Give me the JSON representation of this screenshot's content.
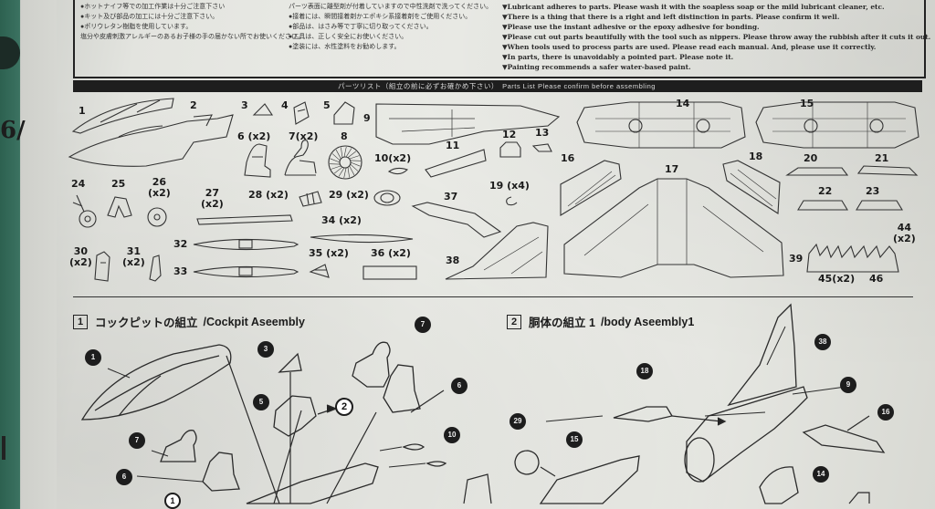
{
  "caution": {
    "jp_col1": [
      "●ホットナイフ等での加工作業は十分ご注意下さい",
      "●キット及び部品の加工には十分ご注意下さい。",
      "●ポリウレタン樹脂を使用しています。",
      "塩分や皮膚刺激アレルギーのあるお子様の手の届かない所でお使いください。"
    ],
    "jp_col2": [
      "パーツ表面に離型剤が付着していますので中性洗剤で洗ってください。",
      "●接着には、瞬間接着剤かエポキシ系接着剤をご使用ください。",
      "●部品は、はさみ等で丁寧に切り取ってください。",
      "●工具は、正しく安全にお使いください。",
      "●塗装には、水性塗料をお勧めします。"
    ],
    "en": [
      "▼Lubricant adheres to parts. Please wash it with the soapless soap or the mild lubricant cleaner, etc.",
      "▼There is a thing that there is a right and left distinction in parts. Please confirm it well.",
      "▼Please use the instant adhesive or the epoxy adhesive for bonding.",
      "▼Please cut out parts beautifully with the tool such as nippers. Please throw away the rubbish after it cuts it out.",
      "▼When tools used to process parts are used. Please read each manual. And, please use it correctly.",
      "▼In parts, there is unavoidably a pointed part. Please note it.",
      "▼Painting recommends a safer water-based paint."
    ]
  },
  "parts_list": {
    "header": "パーツリスト（組立の前に必ずお確かめ下さい）　Parts List Please confirm before assembling"
  },
  "parts": [
    {
      "id": "p1",
      "label": "1"
    },
    {
      "id": "p2",
      "label": "2"
    },
    {
      "id": "p3",
      "label": "3"
    },
    {
      "id": "p4",
      "label": "4"
    },
    {
      "id": "p5",
      "label": "5"
    },
    {
      "id": "p6",
      "label": "6 (x2)"
    },
    {
      "id": "p7",
      "label": "7(x2)"
    },
    {
      "id": "p8",
      "label": "8"
    },
    {
      "id": "p9",
      "label": "9"
    },
    {
      "id": "p10",
      "label": "10(x2)"
    },
    {
      "id": "p11",
      "label": "11"
    },
    {
      "id": "p12",
      "label": "12"
    },
    {
      "id": "p13",
      "label": "13"
    },
    {
      "id": "p14",
      "label": "14"
    },
    {
      "id": "p15",
      "label": "15"
    },
    {
      "id": "p16",
      "label": "16"
    },
    {
      "id": "p17",
      "label": "17"
    },
    {
      "id": "p18",
      "label": "18"
    },
    {
      "id": "p19",
      "label": "19 (x4)"
    },
    {
      "id": "p20",
      "label": "20"
    },
    {
      "id": "p21",
      "label": "21"
    },
    {
      "id": "p22",
      "label": "22"
    },
    {
      "id": "p23",
      "label": "23"
    },
    {
      "id": "p24",
      "label": "24"
    },
    {
      "id": "p25",
      "label": "25"
    },
    {
      "id": "p26",
      "label": "26\n(x2)"
    },
    {
      "id": "p27",
      "label": "27\n(x2)"
    },
    {
      "id": "p28",
      "label": "28 (x2)"
    },
    {
      "id": "p29",
      "label": "29 (x2)"
    },
    {
      "id": "p30",
      "label": "30\n(x2)"
    },
    {
      "id": "p31",
      "label": "31\n(x2)"
    },
    {
      "id": "p32",
      "label": "32"
    },
    {
      "id": "p33",
      "label": "33"
    },
    {
      "id": "p34",
      "label": "34 (x2)"
    },
    {
      "id": "p35",
      "label": "35 (x2)"
    },
    {
      "id": "p36",
      "label": "36 (x2)"
    },
    {
      "id": "p37",
      "label": "37"
    },
    {
      "id": "p38",
      "label": "38"
    },
    {
      "id": "p39",
      "label": "39"
    },
    {
      "id": "p44",
      "label": "44\n(x2)"
    },
    {
      "id": "p45",
      "label": "45(x2)"
    },
    {
      "id": "p46",
      "label": "46"
    }
  ],
  "steps": [
    {
      "number": "1",
      "jp": "コックピットの組立",
      "en": "/Cockpit Aseembly"
    },
    {
      "number": "2",
      "jp": "胴体の組立 1",
      "en": "/body Aseembly1"
    }
  ],
  "callouts": {
    "step1": [
      "1",
      "3",
      "7",
      "5",
      "2",
      "6",
      "10",
      "7",
      "6",
      "1"
    ],
    "step2": [
      "18",
      "29",
      "15",
      "9",
      "38",
      "16",
      "14"
    ]
  },
  "edge": {
    "digit": "6/"
  }
}
